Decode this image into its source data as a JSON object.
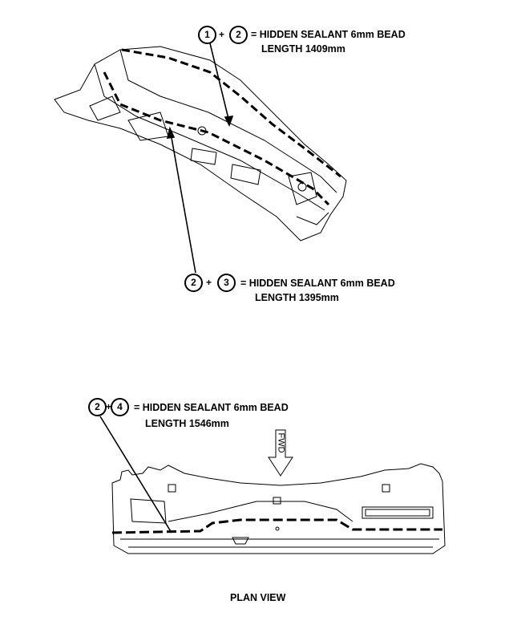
{
  "callouts": [
    {
      "a": "1",
      "b": "2",
      "line1": "= HIDDEN SEALANT 6mm BEAD",
      "line2": "LENGTH 1409mm"
    },
    {
      "a": "2",
      "b": "3",
      "line1": "= HIDDEN SEALANT 6mm BEAD",
      "line2": "LENGTH 1395mm"
    },
    {
      "a": "2",
      "b": "4",
      "line1": "= HIDDEN SEALANT 6mm BEAD",
      "line2": "LENGTH 1546mm"
    }
  ],
  "plus": "+",
  "fwd_label": "FWD",
  "view_label": "PLAN VIEW"
}
